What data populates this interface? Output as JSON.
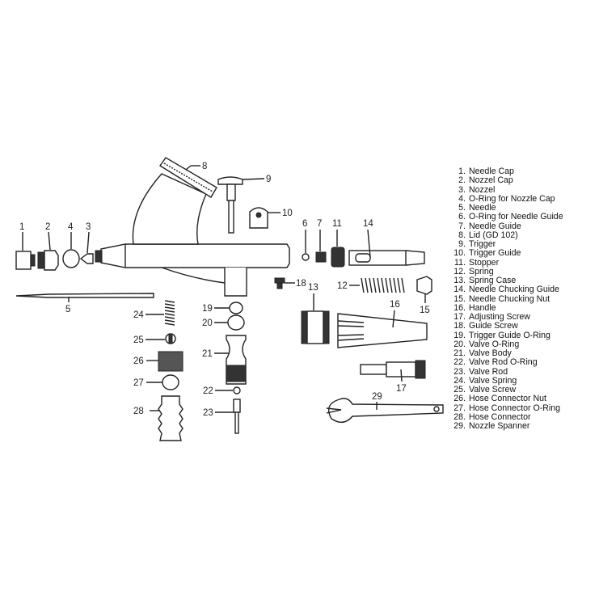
{
  "callouts": {
    "1": "1",
    "2": "2",
    "3": "3",
    "4": "4",
    "5": "5",
    "6": "6",
    "7": "7",
    "8": "8",
    "9": "9",
    "10": "10",
    "11": "11",
    "12": "12",
    "13": "13",
    "14": "14",
    "15": "15",
    "16": "16",
    "17": "17",
    "18": "18",
    "19": "19",
    "20": "20",
    "21": "21",
    "22": "22",
    "23": "23",
    "24": "24",
    "25": "25",
    "26": "26",
    "27": "27",
    "28": "28",
    "29": "29"
  },
  "legend": [
    {
      "num": "1.",
      "label": "Needle Cap"
    },
    {
      "num": "2.",
      "label": "Nozzel Cap"
    },
    {
      "num": "3.",
      "label": "Nozzel"
    },
    {
      "num": "4.",
      "label": "O-Ring for Nozzle Cap"
    },
    {
      "num": "5.",
      "label": "Needle"
    },
    {
      "num": "6.",
      "label": "O-Ring for Needle Guide"
    },
    {
      "num": "7.",
      "label": "Needle Guide"
    },
    {
      "num": "8.",
      "label": "Lid (GD 102)"
    },
    {
      "num": "9.",
      "label": "Trigger"
    },
    {
      "num": "10.",
      "label": "Trigger Guide"
    },
    {
      "num": "11.",
      "label": "Stopper"
    },
    {
      "num": "12.",
      "label": "Spring"
    },
    {
      "num": "13.",
      "label": "Spring Case"
    },
    {
      "num": "14.",
      "label": "Needle Chucking Guide"
    },
    {
      "num": "15.",
      "label": "Needle Chucking Nut"
    },
    {
      "num": "16.",
      "label": "Handle"
    },
    {
      "num": "17.",
      "label": "Adjusting Screw"
    },
    {
      "num": "18.",
      "label": "Guide Screw"
    },
    {
      "num": "19.",
      "label": "Trigger Guide O-Ring"
    },
    {
      "num": "20.",
      "label": "Valve O-Ring"
    },
    {
      "num": "21.",
      "label": "Valve Body"
    },
    {
      "num": "22.",
      "label": "Valve Rod O-Ring"
    },
    {
      "num": "23.",
      "label": "Valve Rod"
    },
    {
      "num": "24.",
      "label": "Valve Spring"
    },
    {
      "num": "25.",
      "label": "Valve Screw"
    },
    {
      "num": "26.",
      "label": "Hose Connector Nut"
    },
    {
      "num": "27.",
      "label": "Hose Connector O-Ring"
    },
    {
      "num": "28.",
      "label": "Hose Connector"
    },
    {
      "num": "29.",
      "label": "Nozzle Spanner"
    }
  ]
}
